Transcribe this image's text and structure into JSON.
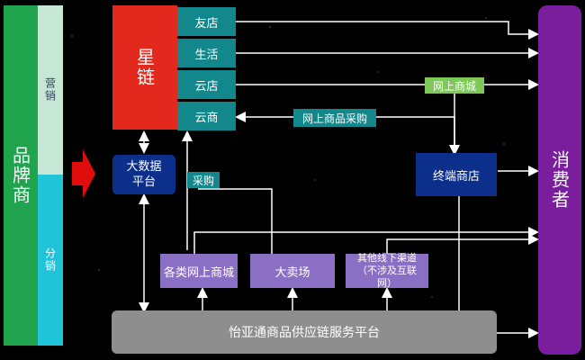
{
  "brand": {
    "label": "品牌商"
  },
  "marketing": {
    "label": "营销"
  },
  "distribution": {
    "label": "分销"
  },
  "star_chain": {
    "label": "星链"
  },
  "channels": [
    "友店",
    "生活",
    "云店",
    "云商"
  ],
  "big_data": {
    "label": "大数据平台"
  },
  "terminal_store": {
    "label": "终端商店"
  },
  "consumer": {
    "label": "消费者"
  },
  "online_mall_tag": "网上商城",
  "online_purchase_tag": "网上商品采购",
  "purchase_tag": "采购",
  "bottom_sources": [
    "各类网上商城",
    "大卖场",
    "其他线下渠道（不涉及互联网）"
  ],
  "platform": {
    "label": "怡亚通商品供应链服务平台"
  },
  "colors": {
    "brand_bg": "#1fa34d",
    "marketing_bg": "#c6e6d6",
    "distribution_bg": "#20c4d8",
    "star_chain_bg": "#e3291d",
    "channel_bg": "#12888c",
    "blue_box": "#0d2f8c",
    "purple_box": "#8b6fc4",
    "consumer_bg": "#7a1e9e",
    "platform_bg": "#8e8e8e",
    "online_mall_tag": "#7ec85a"
  }
}
